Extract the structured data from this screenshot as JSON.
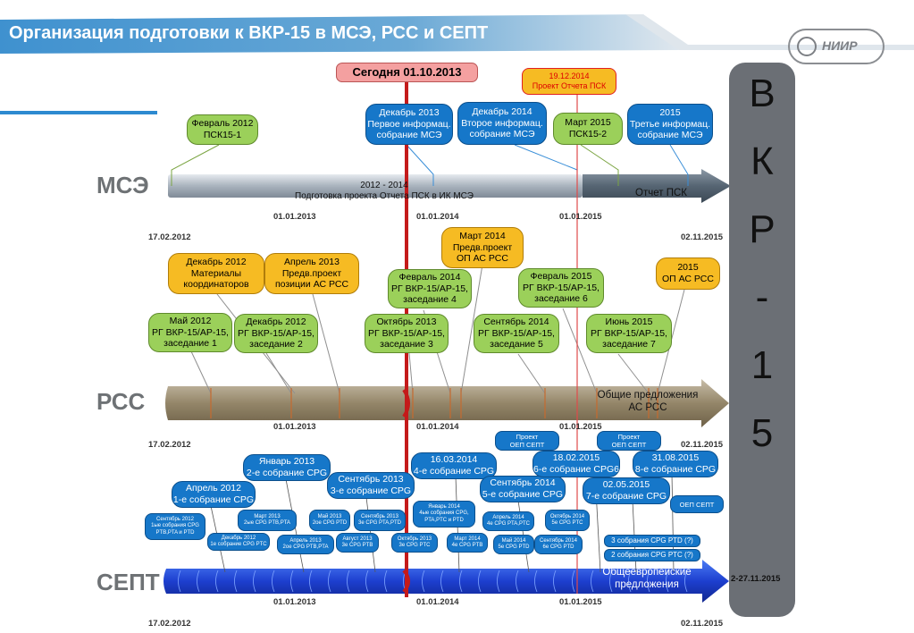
{
  "title": "Организация подготовки к ВКР-15 в МСЭ, РСС и СЕПТ",
  "logo": "НИИР",
  "today": "Сегодня 01.10.2013",
  "project_pko": [
    "19.12.2014",
    "Проект Отчета ПСК"
  ],
  "vkr": [
    "В",
    "К",
    "Р",
    "-",
    "1",
    "5"
  ],
  "tracks": {
    "mse": {
      "name": "МСЭ",
      "start": "17.02.2012",
      "end": "02.11.2015",
      "ticks": [
        "01.01.2013",
        "01.01.2014",
        "01.01.2015"
      ],
      "bar_text": [
        "2012 - 2014",
        "Подготовка проекта Отчета ПСК в ИК МСЭ"
      ],
      "report_label": "Отчет ПСК",
      "events": [
        [
          "Февраль 2012",
          "ПСК15-1"
        ],
        [
          "Декабрь 2013",
          "Первое информац.",
          "собрание МСЭ"
        ],
        [
          "Декабрь 2014",
          "Второе информац.",
          "собрание МСЭ"
        ],
        [
          "Март 2015",
          "ПСК15-2"
        ],
        [
          "2015",
          "Третье информац.",
          "собрание МСЭ"
        ]
      ]
    },
    "rss": {
      "name": "РСС",
      "start": "17.02.2012",
      "end": "02.11.2015",
      "ticks": [
        "01.01.2013",
        "01.01.2014",
        "01.01.2015"
      ],
      "bar_text": [
        "Общие предложения",
        "АС РСС"
      ],
      "events_yellow": [
        [
          "Декабрь 2012",
          "Материалы",
          "координаторов"
        ],
        [
          "Апрель 2013",
          "Предв.проект",
          "позиции АС РСС"
        ],
        [
          "Март 2014",
          "Предв.проект",
          "ОП АС РСС"
        ],
        [
          "2015",
          "ОП АС РСС"
        ]
      ],
      "events_green": [
        [
          "Май 2012",
          "РГ ВКР-15/АР-15,",
          "заседание 1"
        ],
        [
          "Декабрь 2012",
          "РГ ВКР-15/АР-15,",
          "заседание 2"
        ],
        [
          "Октябрь 2013",
          "РГ ВКР-15/АР-15,",
          "заседание 3"
        ],
        [
          "Февраль 2014",
          "РГ ВКР-15/АР-15,",
          "заседание 4"
        ],
        [
          "Сентябрь 2014",
          "РГ ВКР-15/АР-15,",
          "заседание 5"
        ],
        [
          "Февраль 2015",
          "РГ ВКР-15/АР-15,",
          "заседание 6"
        ],
        [
          "Июнь 2015",
          "РГ ВКР-15/АР-15,",
          "заседание 7"
        ]
      ]
    },
    "sept": {
      "name": "СЕПТ",
      "start": "17.02.2012",
      "end": "02.11.2015",
      "end_bold": "2-27.11.2015",
      "ticks": [
        "01.01.2013",
        "01.01.2014",
        "01.01.2015"
      ],
      "bar_text": [
        "Общеевропейские",
        "предложения"
      ],
      "events_big": [
        [
          "Январь 2013",
          "2-е собрание CPG"
        ],
        [
          "Апрель 2012",
          "1-е собрание CPG"
        ],
        [
          "Сентябрь 2013",
          "3-е собрание CPG"
        ],
        [
          "16.03.2014",
          "4-е собрание CPG"
        ],
        [
          "Сентябрь 2014",
          "5-е собрание CPG"
        ],
        [
          "18.02.2015",
          "6-е собрание CPG6"
        ],
        [
          "31.08.2015",
          "8-е собрание CPG"
        ],
        [
          "02.05.2015",
          "7-е собрание CPG"
        ]
      ],
      "events_mid": [
        [
          "Проект",
          "ОЕП СЕПТ"
        ],
        [
          "Проект",
          "ОЕП СЕПТ"
        ],
        [
          "ОЕП СЕПТ"
        ]
      ],
      "events_small": [
        [
          "Сентябрь 2012",
          "1ые собрания CPG",
          "PTB,PTA и PTD"
        ],
        [
          "Декабрь 2012",
          "1е собрание CPG PTC"
        ],
        [
          "Март 2013",
          "2ые CPG  PTB,PTA"
        ],
        [
          "Апрель 2013",
          "2ое CPG  PTB,PTA"
        ],
        [
          "Май 2013",
          "2ое CPG PTD"
        ],
        [
          "Август 2013",
          "3е CPG PTB"
        ],
        [
          "Сентябрь 2013",
          "3е CPG  PTA,PTD"
        ],
        [
          "Октябрь 2013",
          "3е CPG PTC"
        ],
        [
          "Январь 2014",
          "4ые собрания CPG,",
          "PTA,PTC и PTD"
        ],
        [
          "Март 2014",
          "4е CPG PTB"
        ],
        [
          "Апрель 2014",
          "4е CPG  PTA,PTC"
        ],
        [
          "Май 2014",
          "5е CPG PTD"
        ],
        [
          "Октябрь 2014",
          "5е CPG PTC"
        ],
        [
          "Сентябрь 2014",
          "6е CPG PTD"
        ]
      ],
      "events_label": [
        "3 собрания CPG PTD (?)",
        "2 собрания CPG PTC (?)"
      ]
    }
  }
}
